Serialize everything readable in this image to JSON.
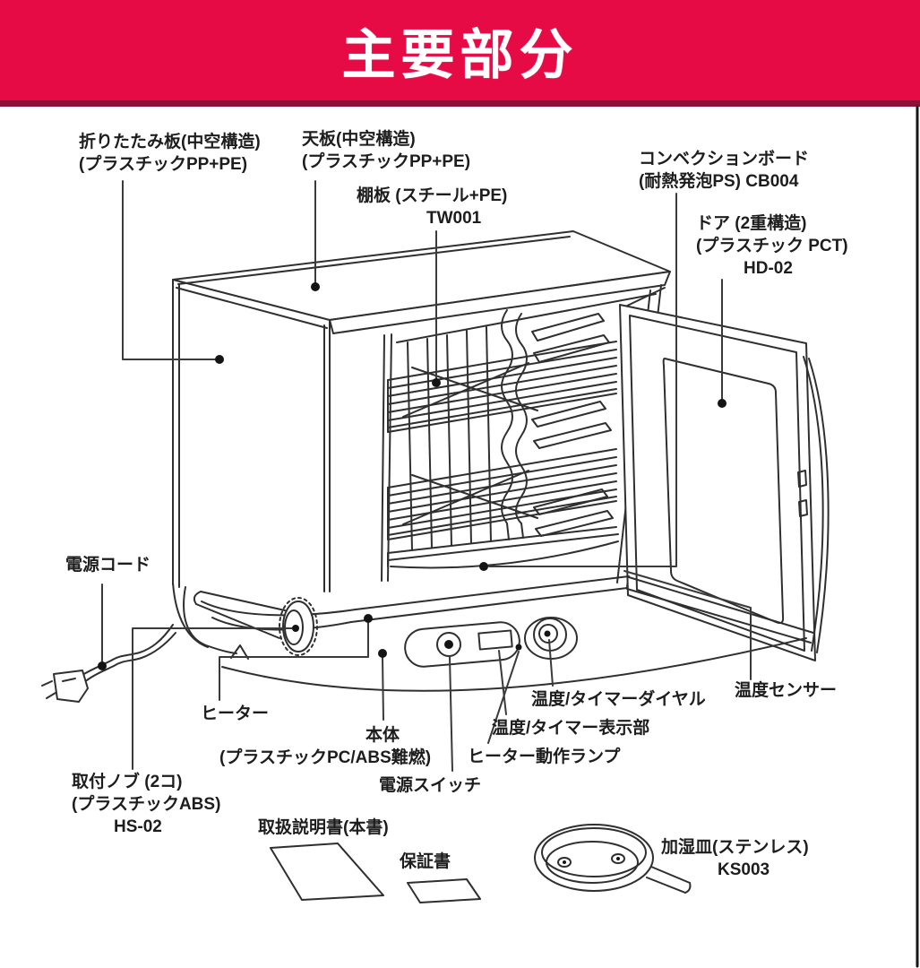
{
  "header": {
    "title": "主要部分",
    "bg_color": "#e60b45",
    "strip_color": "#8f1036"
  },
  "ink_color": "#2f2f2f",
  "labels": {
    "folding_plate": {
      "lines": [
        "折りたたみ板(中空構造)",
        "(プラスチックPP+PE)"
      ]
    },
    "top_plate": {
      "lines": [
        "天板(中空構造)",
        "(プラスチックPP+PE)"
      ]
    },
    "shelf_plate": {
      "lines": [
        "棚板 (スチール+PE)",
        "TW001"
      ]
    },
    "convection_board": {
      "lines": [
        "コンベクションボード",
        "(耐熱発泡PS) CB004"
      ]
    },
    "door": {
      "lines": [
        "ドア (2重構造)",
        "(プラスチック PCT)",
        "HD-02"
      ]
    },
    "power_cord": {
      "lines": [
        "電源コード"
      ]
    },
    "heater": {
      "lines": [
        "ヒーター"
      ]
    },
    "mounting_knob": {
      "lines": [
        "取付ノブ (2コ)",
        "(プラスチックABS)",
        "HS-02"
      ]
    },
    "main_body": {
      "lines": [
        "本体",
        "(プラスチックPC/ABS難燃)"
      ]
    },
    "power_switch": {
      "lines": [
        "電源スイッチ"
      ]
    },
    "heater_lamp": {
      "lines": [
        "ヒーター動作ランプ"
      ]
    },
    "temp_timer_display": {
      "lines": [
        "温度/タイマー表示部"
      ]
    },
    "temp_timer_dial": {
      "lines": [
        "温度/タイマーダイヤル"
      ]
    },
    "temp_sensor": {
      "lines": [
        "温度センサー"
      ]
    },
    "manual": {
      "lines": [
        "取扱説明書(本書)"
      ]
    },
    "warranty": {
      "lines": [
        "保証書"
      ]
    },
    "humidify_plate": {
      "lines": [
        "加湿皿(ステンレス)",
        "KS003"
      ]
    }
  }
}
